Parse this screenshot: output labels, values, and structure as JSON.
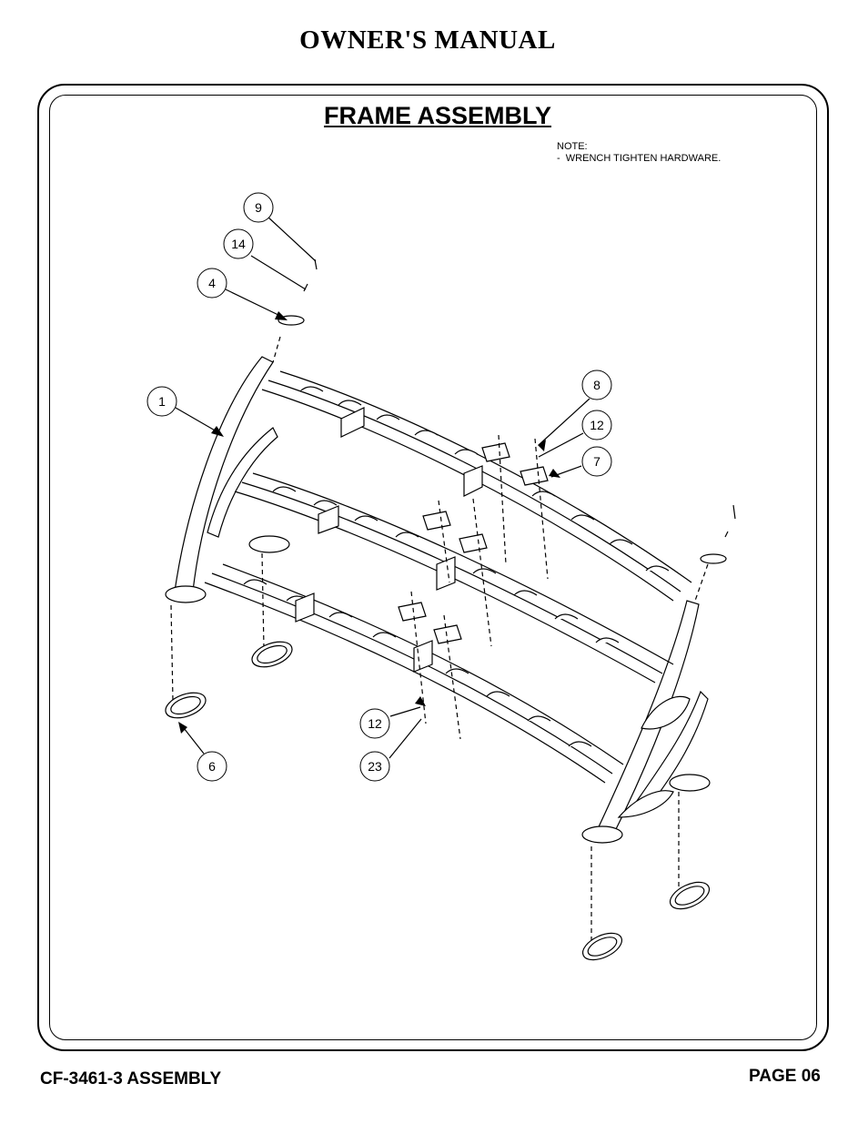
{
  "header": {
    "title": "OWNER'S MANUAL"
  },
  "section": {
    "title": "FRAME ASSEMBLY"
  },
  "note": {
    "text": "NOTE:\n-  WRENCH TIGHTEN HARDWARE."
  },
  "callouts": [
    "9",
    "14",
    "4",
    "1",
    "8",
    "12",
    "7",
    "12",
    "23",
    "6"
  ],
  "footer": {
    "model": "CF-3461-3 ASSEMBLY",
    "page": "PAGE 06"
  }
}
